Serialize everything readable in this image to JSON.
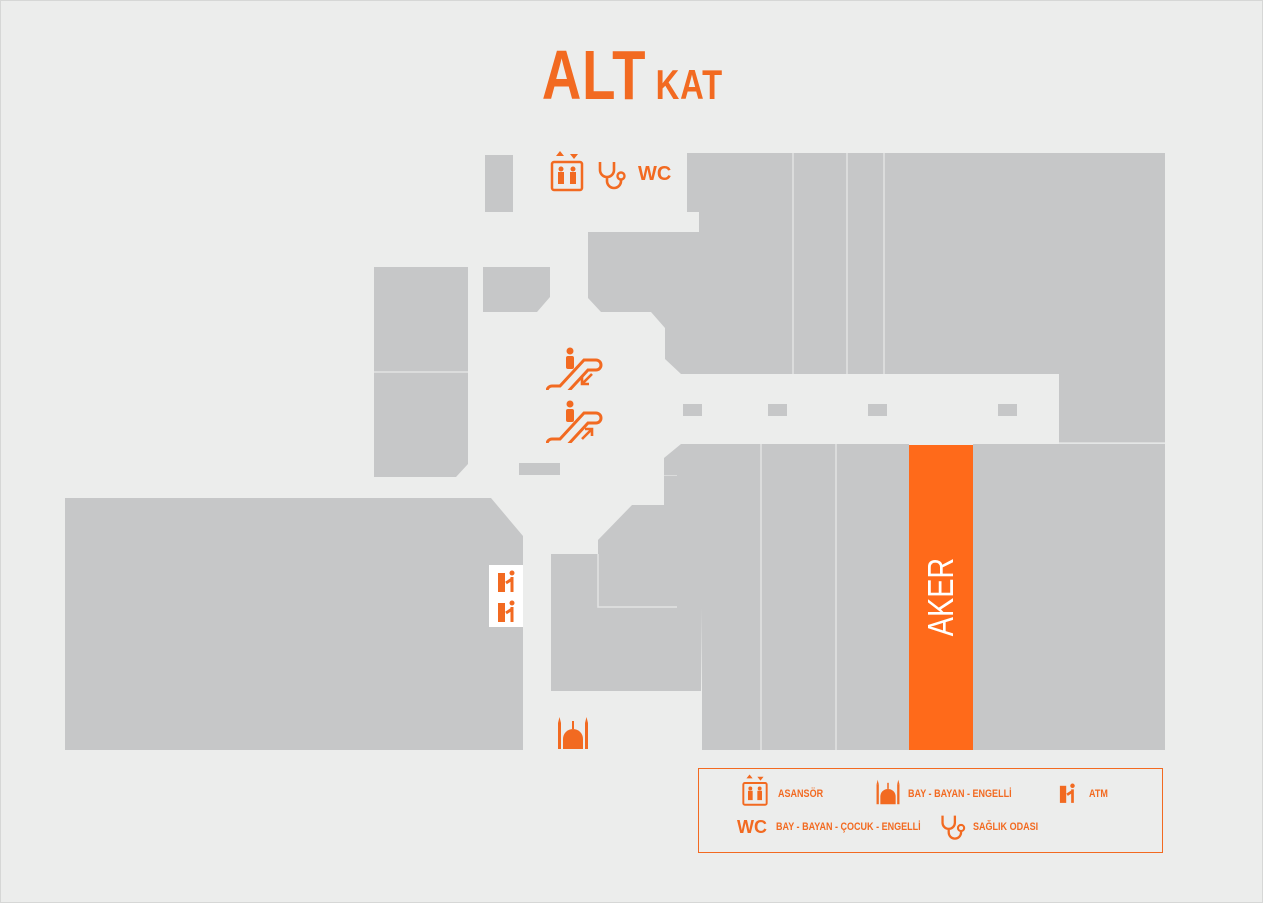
{
  "title": {
    "main": "ALT",
    "sub": "KAT"
  },
  "colors": {
    "accent": "#f26a21",
    "store": "#c6c7c8",
    "corridor": "#ecedec"
  },
  "stores": {
    "highlight": "AKER"
  },
  "map_icons": {
    "top": [
      "elevator-icon",
      "health-room-icon",
      "wc-icon"
    ],
    "escalators": [
      "escalator-down-icon",
      "escalator-up-icon"
    ],
    "atms": [
      "atm-icon",
      "atm-icon"
    ],
    "mosque": "prayer-room-icon"
  },
  "map_labels": {
    "wc": "WC"
  },
  "legend": {
    "elevator": "ASANSÖR",
    "prayer": "BAY - BAYAN - ENGELLİ",
    "atm": "ATM",
    "wc_symbol": "WC",
    "wc": "BAY - BAYAN - ÇOCUK - ENGELLİ",
    "health": "SAĞLIK ODASI"
  }
}
